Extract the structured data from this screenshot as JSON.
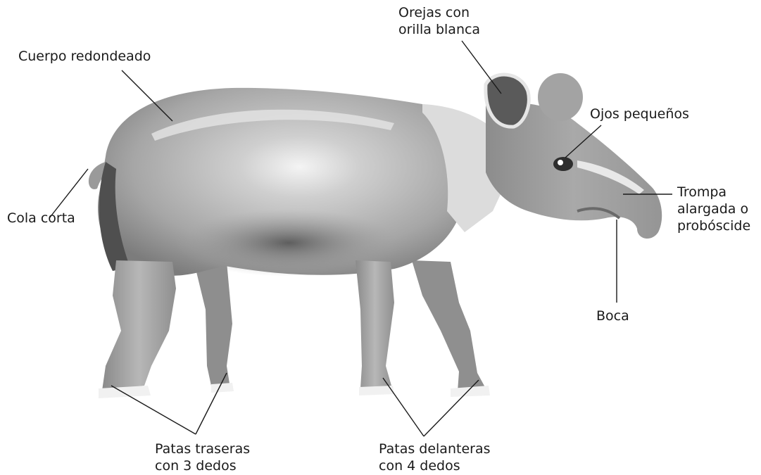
{
  "colors": {
    "background": "#ffffff",
    "body_light": "#d6d6d6",
    "body_mid": "#a9a9a9",
    "body_dark": "#6f6f6f",
    "leader_line": "#1a1a1a"
  },
  "labels": {
    "ears": {
      "line1": "Orejas con",
      "line2": "orilla blanca"
    },
    "body": {
      "line1": "Cuerpo redondeado"
    },
    "eyes": {
      "line1": "Ojos pequeños"
    },
    "tail": {
      "line1": "Cola corta"
    },
    "trunk": {
      "line1": "Trompa",
      "line2": "alargada o",
      "line3": "probóscide"
    },
    "mouth": {
      "line1": "Boca"
    },
    "hind_legs": {
      "line1": "Patas traseras",
      "line2": "con 3 dedos"
    },
    "front_legs": {
      "line1": "Patas delanteras",
      "line2": "con 4 dedos"
    }
  },
  "illustration": {
    "subject_icon": "tapir-illustration"
  }
}
